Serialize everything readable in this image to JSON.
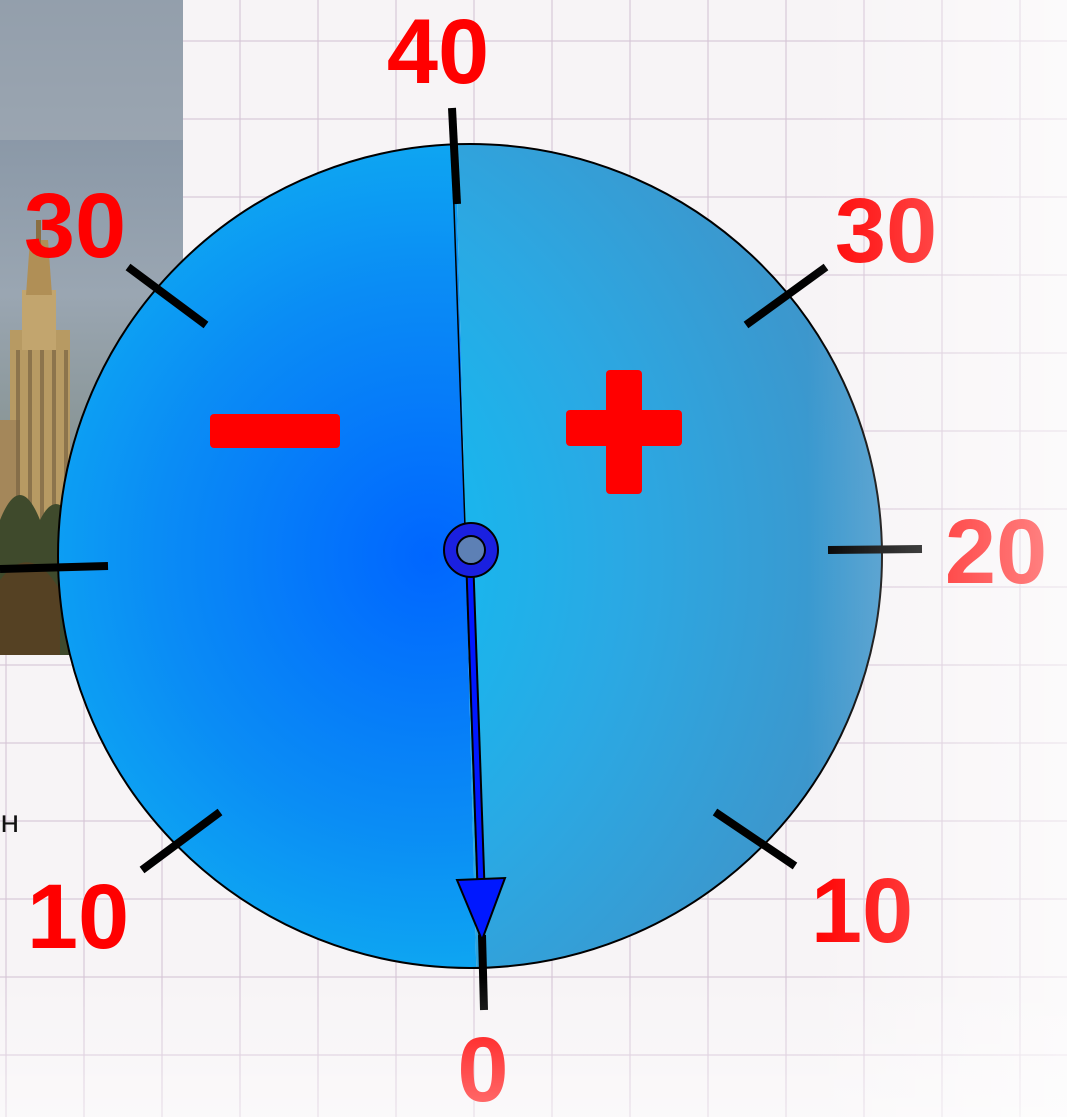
{
  "dial": {
    "labels": [
      {
        "id": "top",
        "text": "40"
      },
      {
        "id": "upper-left",
        "text": "30"
      },
      {
        "id": "upper-right",
        "text": "30"
      },
      {
        "id": "right",
        "text": "20"
      },
      {
        "id": "lower-left",
        "text": "10"
      },
      {
        "id": "lower-right",
        "text": "10"
      },
      {
        "id": "bottom",
        "text": "0"
      }
    ],
    "minus_sign": "−",
    "plus_sign": "+",
    "needle_reading": 0
  },
  "edge_text": "н",
  "colors": {
    "label": "#ff0000",
    "dial_left": "#0a7dfa",
    "dial_right": "#2aaee6",
    "needle": "#0018ff",
    "tick": "#000000"
  }
}
